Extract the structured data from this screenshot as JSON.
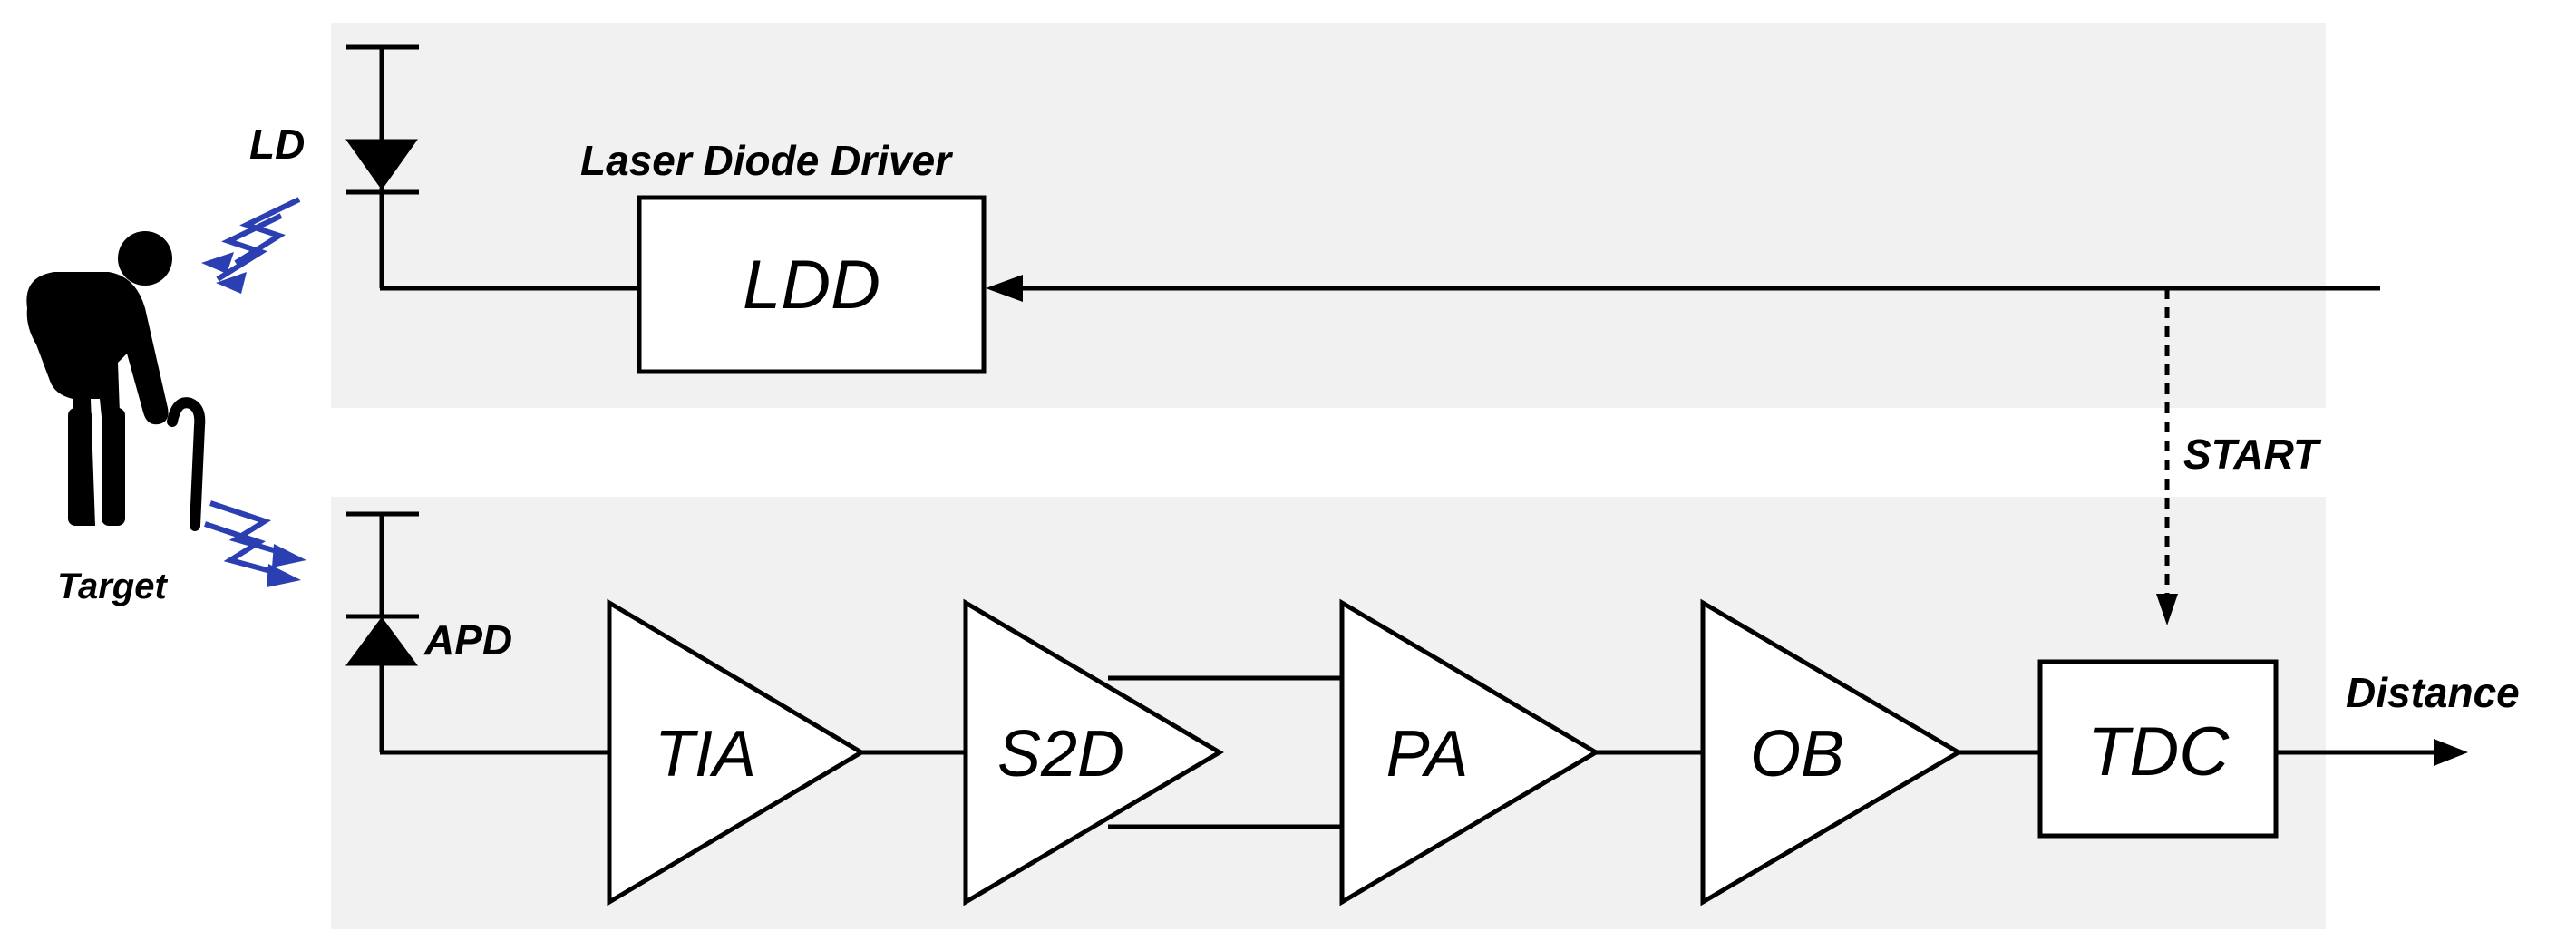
{
  "labels": {
    "ld": "LD",
    "ldd_caption": "Laser Diode Driver",
    "ldd": "LDD",
    "start": "START",
    "apd": "APD",
    "target": "Target",
    "tia": "TIA",
    "s2d": "S2D",
    "pa": "PA",
    "ob": "OB",
    "tdc": "TDC",
    "distance": "Distance"
  },
  "colors": {
    "panel": "#f1f1f1",
    "signal_bolts": "#2b3fb3",
    "lines": "#000000"
  },
  "icons": {
    "target": "elderly-person-with-cane-icon",
    "emitted_light": "lightning-bolt-icon",
    "received_light": "lightning-bolt-icon"
  }
}
